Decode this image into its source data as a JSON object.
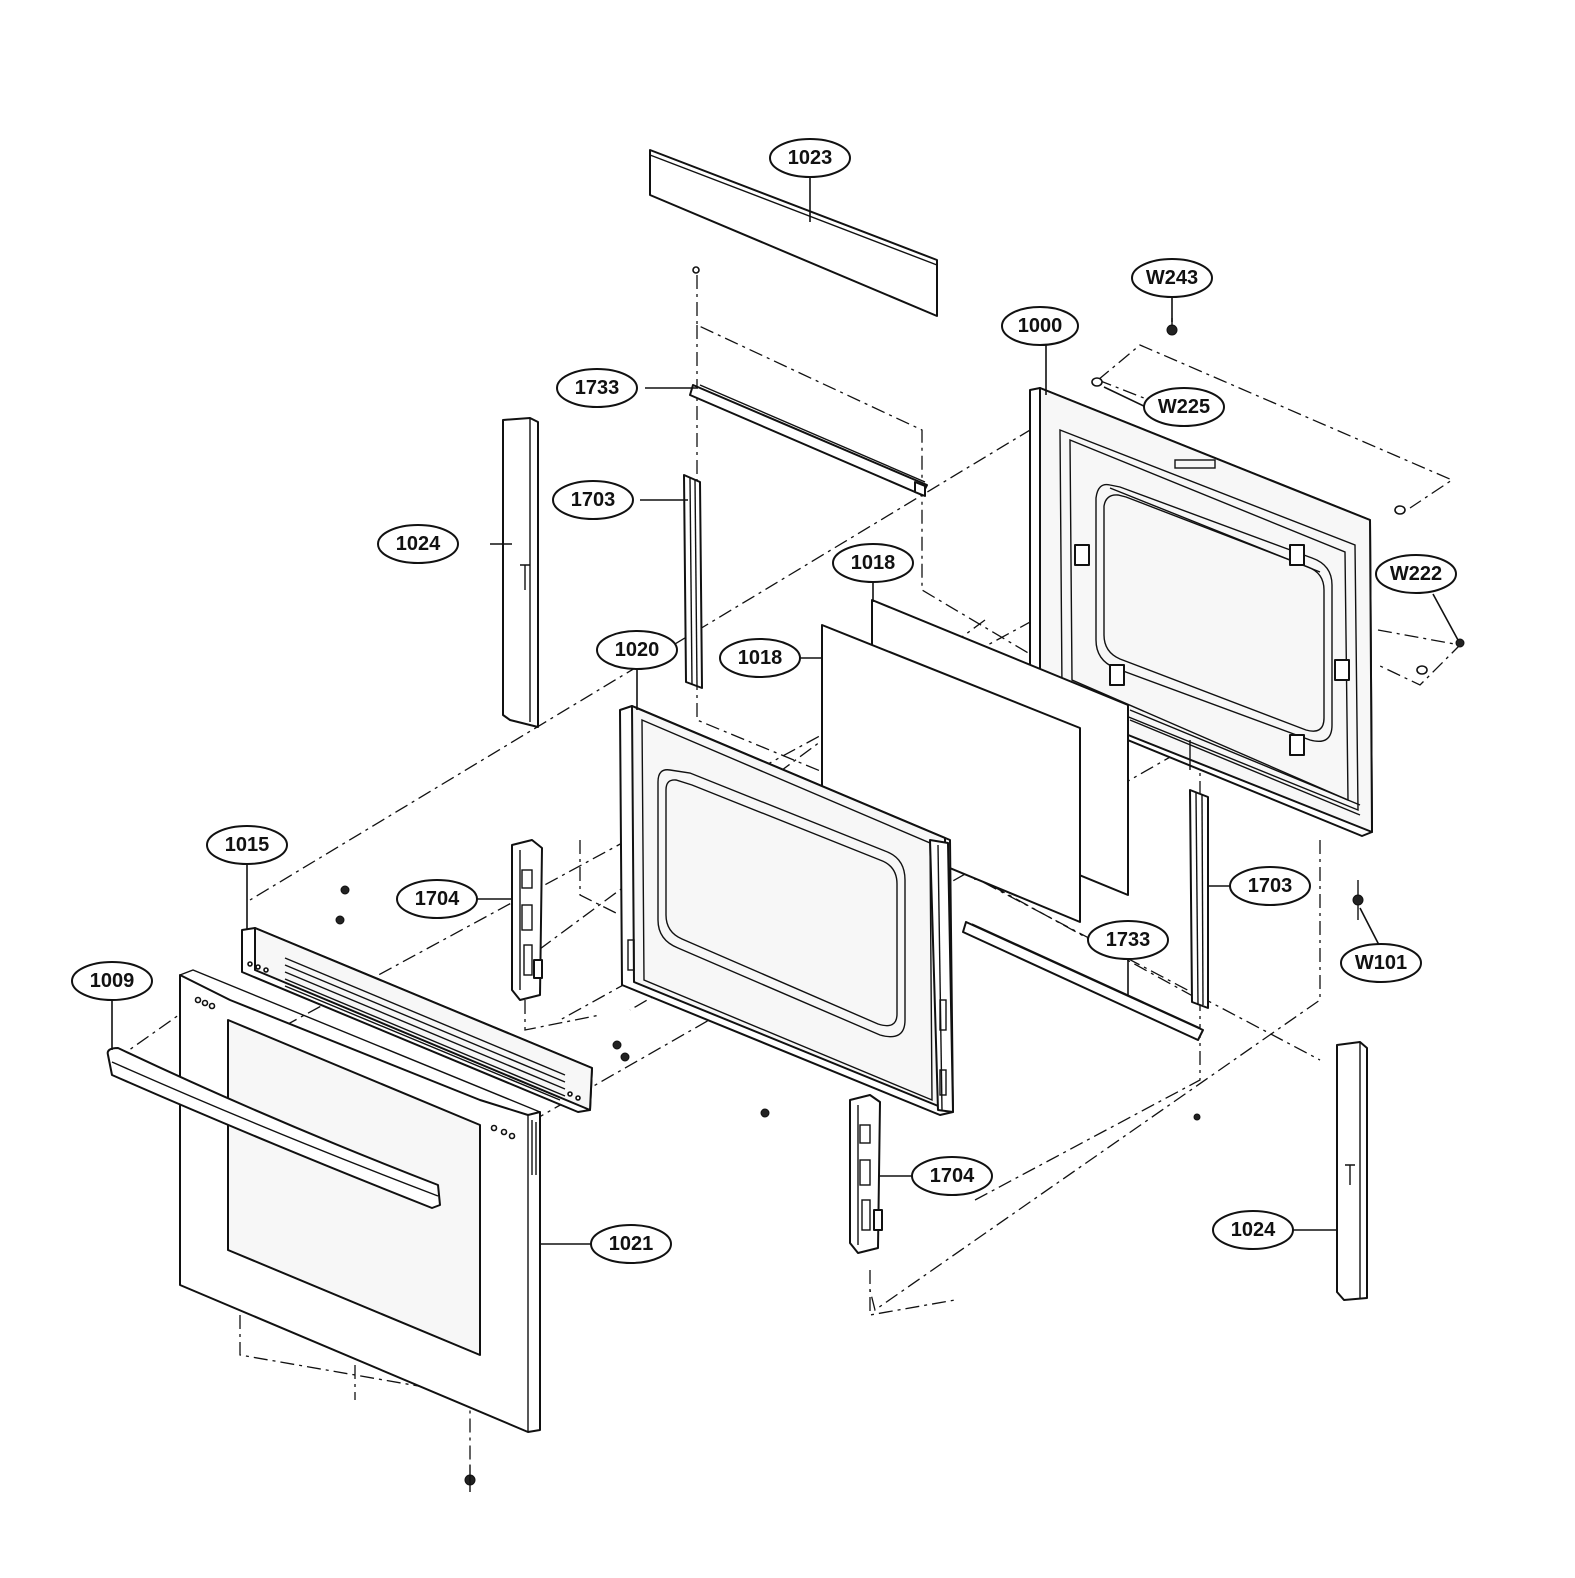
{
  "diagram": {
    "type": "exploded-parts-view",
    "callouts": [
      {
        "id": "c-1023",
        "label": "1023"
      },
      {
        "id": "c-w243",
        "label": "W243"
      },
      {
        "id": "c-1000",
        "label": "1000"
      },
      {
        "id": "c-1733-top",
        "label": "1733"
      },
      {
        "id": "c-w225",
        "label": "W225"
      },
      {
        "id": "c-1703-left",
        "label": "1703"
      },
      {
        "id": "c-1024-left",
        "label": "1024"
      },
      {
        "id": "c-1018-a",
        "label": "1018"
      },
      {
        "id": "c-w222",
        "label": "W222"
      },
      {
        "id": "c-1020",
        "label": "1020"
      },
      {
        "id": "c-1018-b",
        "label": "1018"
      },
      {
        "id": "c-1015",
        "label": "1015"
      },
      {
        "id": "c-1704-upper",
        "label": "1704"
      },
      {
        "id": "c-1703-right",
        "label": "1703"
      },
      {
        "id": "c-1733-bottom",
        "label": "1733"
      },
      {
        "id": "c-w101",
        "label": "W101"
      },
      {
        "id": "c-1009",
        "label": "1009"
      },
      {
        "id": "c-1704-lower",
        "label": "1704"
      },
      {
        "id": "c-1021",
        "label": "1021"
      },
      {
        "id": "c-1024-right",
        "label": "1024"
      }
    ]
  }
}
